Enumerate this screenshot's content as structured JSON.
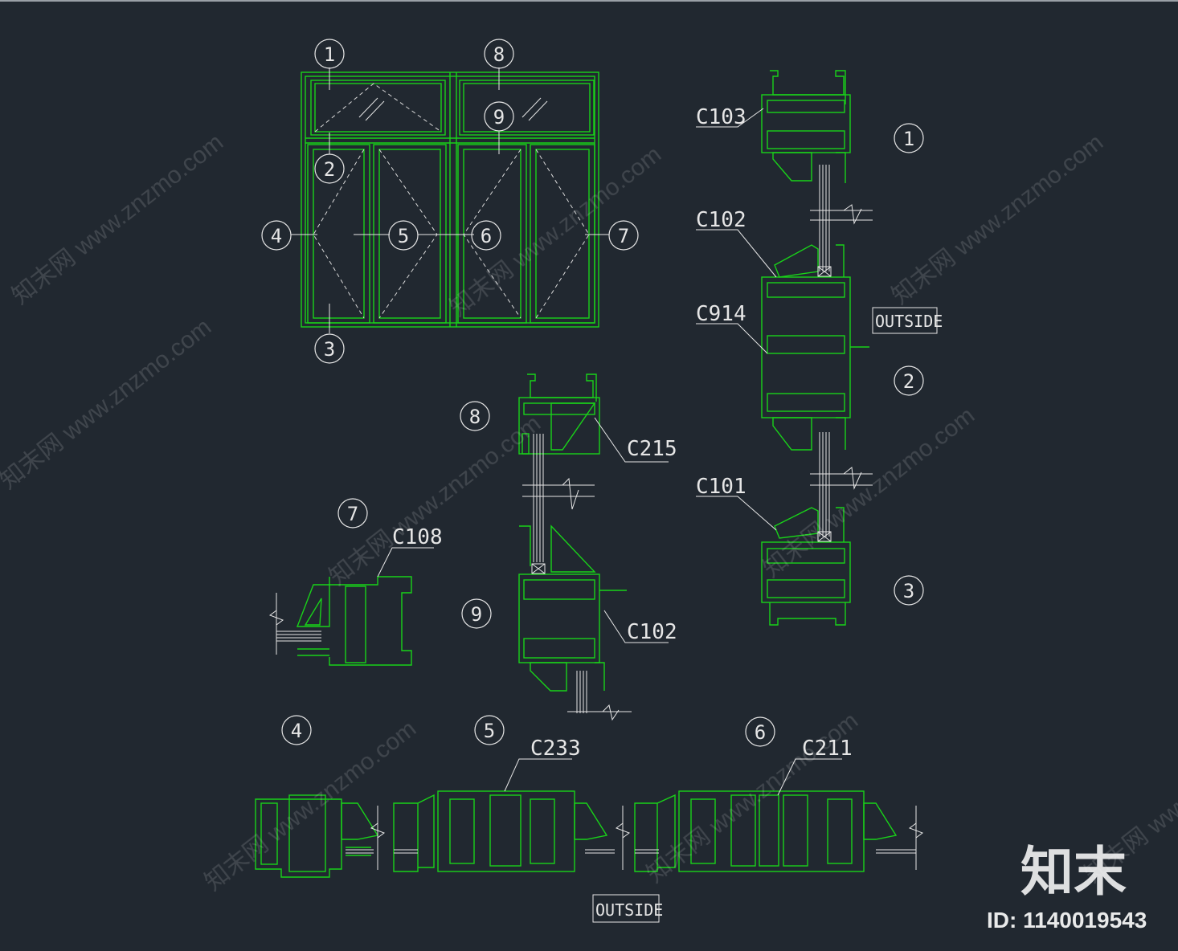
{
  "colors": {
    "background": "#212830",
    "profile": "#19d219",
    "annotation": "#e6e6e6",
    "dash": "#d9d9d9",
    "watermark": "#9aa0a6"
  },
  "elevation": {
    "markers": [
      "1",
      "2",
      "3",
      "4",
      "5",
      "6",
      "7",
      "8",
      "9"
    ]
  },
  "sections": {
    "right": {
      "labels": [
        "C103",
        "C102",
        "C914",
        "C101"
      ],
      "markers": [
        "1",
        "2",
        "3"
      ],
      "outside": "OUTSIDE"
    },
    "middle": {
      "labels": [
        "C215",
        "C102"
      ],
      "markers": [
        "8",
        "9"
      ]
    },
    "left": {
      "labels": [
        "C108"
      ],
      "markers": [
        "7"
      ]
    },
    "bottom": {
      "labels": [
        "C233",
        "C211"
      ],
      "markers": [
        "4",
        "5",
        "6"
      ],
      "outside": "OUTSIDE"
    }
  },
  "watermark": {
    "text": "znzmo.com",
    "cn_text": "知末网 www.znzmo.com",
    "logo": "知末",
    "id": "ID: 1140019543"
  }
}
